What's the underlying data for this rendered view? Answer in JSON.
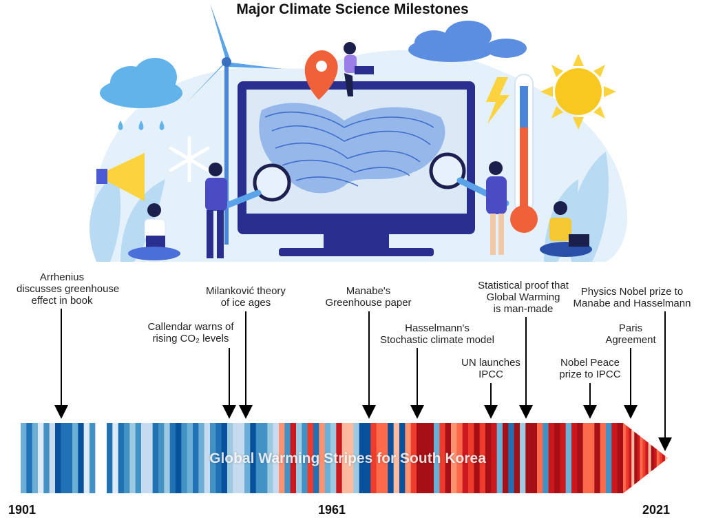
{
  "title": "Major Climate Science Milestones",
  "stripes": {
    "label": "Global Warming Stripes for South Korea",
    "start_year_label": "1901",
    "mid_year_label": "1961",
    "end_year_label": "2021",
    "colors": [
      "#2166ac",
      "#4393c3",
      "#92c5de",
      "#d1e5f0",
      "#fddbc7",
      "#f4a582",
      "#d6604d",
      "#b2182b",
      "#67001f",
      "#08306b"
    ]
  },
  "milestones": [
    {
      "id": "arrhenius",
      "lines": [
        "Arrhenius",
        "discusses greenhouse",
        "effect in book"
      ]
    },
    {
      "id": "callendar",
      "lines": [
        "Callendar warns of",
        "rising CO₂ levels"
      ]
    },
    {
      "id": "milankovic",
      "lines": [
        "Milanković theory",
        "of ice ages"
      ]
    },
    {
      "id": "manabe",
      "lines": [
        "Manabe's",
        "Greenhouse paper"
      ]
    },
    {
      "id": "hasselmann",
      "lines": [
        "Hasselmann's",
        "Stochastic climate model"
      ]
    },
    {
      "id": "ipcc",
      "lines": [
        "UN launches",
        "IPCC"
      ]
    },
    {
      "id": "statistical",
      "lines": [
        "Statistical proof that",
        "Global Warming",
        "is man-made"
      ]
    },
    {
      "id": "nobel-peace",
      "lines": [
        "Nobel Peace",
        "prize to IPCC"
      ]
    },
    {
      "id": "paris",
      "lines": [
        "Paris",
        "Agreement"
      ]
    },
    {
      "id": "physics-nobel",
      "lines": [
        "Physics Nobel prize to",
        "Manabe and Hasselmann"
      ]
    }
  ]
}
